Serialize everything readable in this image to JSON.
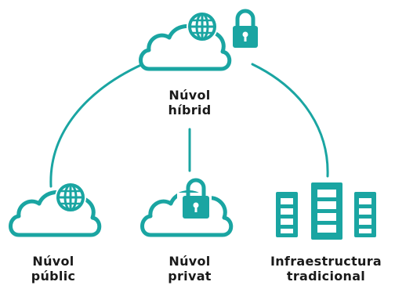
{
  "colors": {
    "accent": "#1aa5a2",
    "text": "#1a1a1a",
    "background": "#ffffff"
  },
  "nodes": {
    "hybrid": {
      "line1": "Núvol",
      "line2": "híbrid",
      "icons": [
        "cloud-icon",
        "globe-icon",
        "lock-icon"
      ]
    },
    "public": {
      "line1": "Núvol",
      "line2": "públic",
      "icons": [
        "cloud-icon",
        "globe-icon"
      ]
    },
    "private": {
      "line1": "Núvol",
      "line2": "privat",
      "icons": [
        "cloud-icon",
        "lock-icon"
      ]
    },
    "traditional": {
      "line1": "Infraestructura",
      "line2": "tradicional",
      "icons": [
        "server-icon",
        "server-icon",
        "server-icon"
      ]
    }
  }
}
